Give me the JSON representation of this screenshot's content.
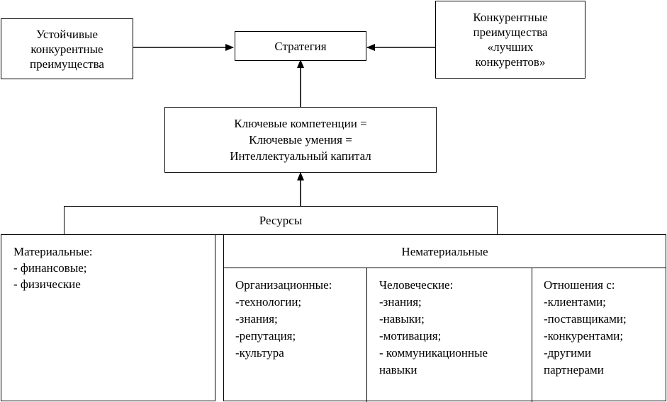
{
  "sustainable": [
    "Устойчивые",
    "конкурентные",
    "преимущества"
  ],
  "strategy": "Стратегия",
  "best_competitors": [
    "Конкурентные",
    "преимущества",
    "«лучших",
    "конкурентов»"
  ],
  "competences": [
    "Ключевые компетенции =",
    "Ключевые умения =",
    "Интеллектуальный капитал"
  ],
  "resources": "Ресурсы",
  "material": {
    "title": "Материальные:",
    "items": [
      "- финансовые;",
      "- физические"
    ]
  },
  "intangible": {
    "title": "Нематериальные",
    "organizational": {
      "title": "Организационные:",
      "items": [
        "-технологии;",
        "-знания;",
        "-репутация;",
        "-культура"
      ]
    },
    "human": {
      "title": "Человеческие:",
      "items": [
        "-знания;",
        "-навыки;",
        "-мотивация;",
        "- коммуникационные",
        "навыки"
      ]
    },
    "relations": {
      "title": "Отношения с:",
      "items": [
        "-клиентами;",
        "-поставщиками;",
        "-конкурентами;",
        "-другими",
        "партнерами"
      ]
    }
  }
}
